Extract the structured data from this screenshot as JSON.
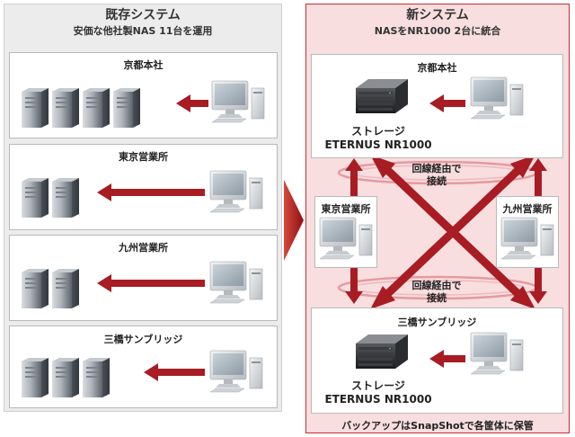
{
  "left": {
    "title": "既存システム",
    "subtitle": "安価な他社製NAS 11台を運用",
    "sites": [
      {
        "name": "京都本社",
        "nas_count": 4
      },
      {
        "name": "東京営業所",
        "nas_count": 2
      },
      {
        "name": "九州営業所",
        "nas_count": 2
      },
      {
        "name": "三橋サンブリッジ",
        "nas_count": 3
      }
    ]
  },
  "right": {
    "title": "新システム",
    "subtitle": "NASをNR1000 2台に統合",
    "hq": {
      "name": "京都本社",
      "storage_line1": "ストレージ",
      "storage_line2": "ETERNUS NR1000"
    },
    "tokyo": "東京営業所",
    "kyushu": "九州営業所",
    "bridge": {
      "name": "三橋サンブリッジ",
      "storage_line1": "ストレージ",
      "storage_line2": "ETERNUS NR1000"
    },
    "circuit_top": {
      "line1": "回線経由で",
      "line2": "接続"
    },
    "circuit_bottom": {
      "line1": "回線経由で",
      "line2": "接続"
    },
    "footer": "バックアップはSnapShotで各筐体に保管"
  },
  "colors": {
    "accent": "#a81c24",
    "panel_new": "#f8dede",
    "panel_old": "#ececec"
  }
}
